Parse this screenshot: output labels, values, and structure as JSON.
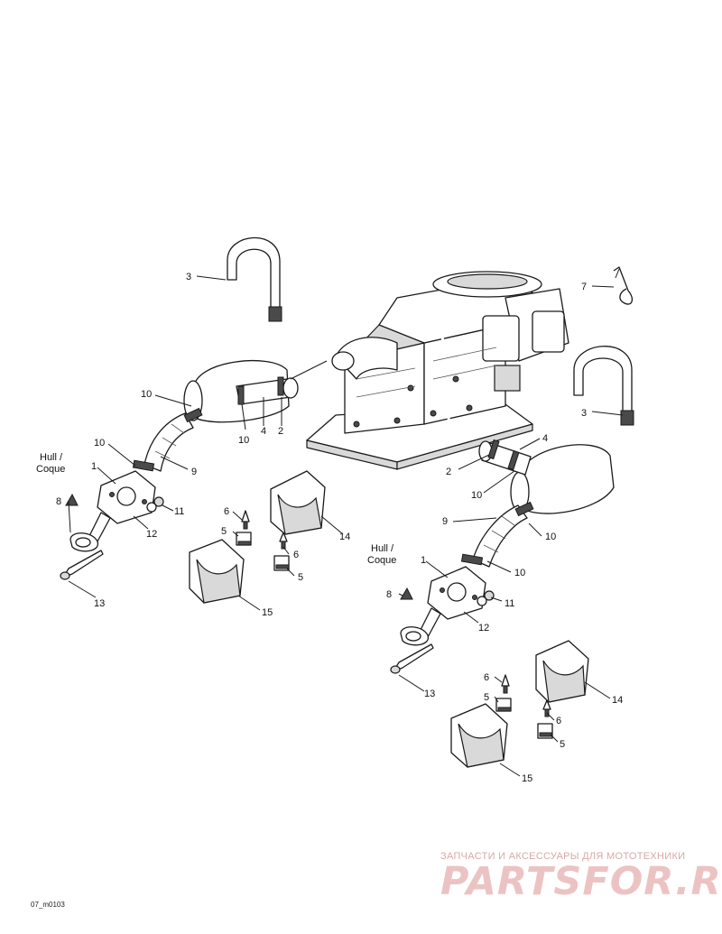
{
  "callouts": [
    {
      "id": "c3a",
      "text": "3"
    },
    {
      "id": "c7",
      "text": "7"
    },
    {
      "id": "c3b",
      "text": "3"
    },
    {
      "id": "c10a",
      "text": "10"
    },
    {
      "id": "c10b",
      "text": "10"
    },
    {
      "id": "c4a",
      "text": "4"
    },
    {
      "id": "c2a",
      "text": "2"
    },
    {
      "id": "c10c",
      "text": "10"
    },
    {
      "id": "c9a",
      "text": "9"
    },
    {
      "id": "c1a",
      "text": "1"
    },
    {
      "id": "c8a",
      "text": "8"
    },
    {
      "id": "c11a",
      "text": "11"
    },
    {
      "id": "c12a",
      "text": "12"
    },
    {
      "id": "c13a",
      "text": "13"
    },
    {
      "id": "c6a",
      "text": "6"
    },
    {
      "id": "c5a",
      "text": "5"
    },
    {
      "id": "c6b",
      "text": "6"
    },
    {
      "id": "c5b",
      "text": "5"
    },
    {
      "id": "c14a",
      "text": "14"
    },
    {
      "id": "c15a",
      "text": "15"
    },
    {
      "id": "c4b",
      "text": "4"
    },
    {
      "id": "c2b",
      "text": "2"
    },
    {
      "id": "c10d",
      "text": "10"
    },
    {
      "id": "c9b",
      "text": "9"
    },
    {
      "id": "c10e",
      "text": "10"
    },
    {
      "id": "c1b",
      "text": "1"
    },
    {
      "id": "c10f",
      "text": "10"
    },
    {
      "id": "c8b",
      "text": "8"
    },
    {
      "id": "c11b",
      "text": "11"
    },
    {
      "id": "c12b",
      "text": "12"
    },
    {
      "id": "c13b",
      "text": "13"
    },
    {
      "id": "c6c",
      "text": "6"
    },
    {
      "id": "c5c",
      "text": "5"
    },
    {
      "id": "c6d",
      "text": "6"
    },
    {
      "id": "c5d",
      "text": "5"
    },
    {
      "id": "c14b",
      "text": "14"
    },
    {
      "id": "c15b",
      "text": "15"
    }
  ],
  "hull_label": {
    "left": {
      "line1": "Hull /",
      "line2": "Coque"
    },
    "right": {
      "line1": "Hull /",
      "line2": "Coque"
    }
  },
  "reference_code": "07_m0103",
  "watermark": {
    "tagline": "ЗАПЧАСТИ И АКСЕССУАРЫ ДЛЯ МОТОТЕХНИКИ",
    "brand": "PARTSFOR.RU"
  }
}
